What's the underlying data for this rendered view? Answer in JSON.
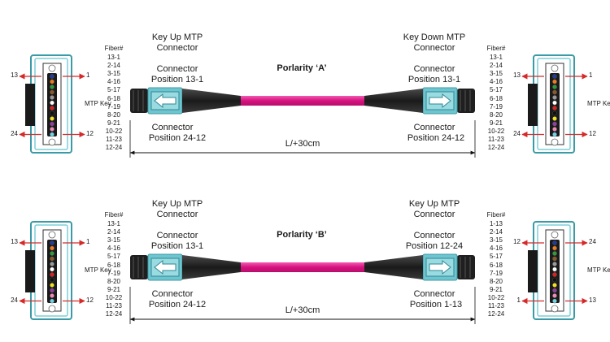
{
  "colors": {
    "cable": "#e0148c",
    "boot": "#2a2a2a",
    "housing": "#6fc5cf",
    "housing_dark": "#3a9aa6",
    "arrow": "#d42a2a",
    "fibers": [
      "#1f3c9b",
      "#f07a1e",
      "#2f9a3c",
      "#8a5a2b",
      "#9a9a9a",
      "#ffffff",
      "#e02020",
      "#111111",
      "#f2e21b",
      "#8e3fa0",
      "#f08ab8",
      "#6fd3e6"
    ]
  },
  "diagrams": [
    {
      "name": "polarity-a",
      "polarity_label": "Porlarity ‘A’",
      "left_title": [
        "Key Up MTP",
        "Connector"
      ],
      "right_title": [
        "Key Down MTP",
        "Connector"
      ],
      "left_pos_top": [
        "Connector",
        "Position 13-1"
      ],
      "left_pos_bottom": [
        "Connector",
        "Position 24-12"
      ],
      "right_pos_top": [
        "Connector",
        "Position 13-1"
      ],
      "right_pos_bottom": [
        "Connector",
        "Position 24-12"
      ],
      "length": "L/+30cm",
      "fiber_header": "Fiber#",
      "left_fibers": [
        "13-1",
        "2-14",
        "3-15",
        "4-16",
        "5-17",
        "6-18",
        "7-19",
        "8-20",
        "9-21",
        "10-22",
        "11-23",
        "12-24"
      ],
      "right_fibers": [
        "13-1",
        "2-14",
        "3-15",
        "4-16",
        "5-17",
        "6-18",
        "7-19",
        "8-20",
        "9-21",
        "10-22",
        "11-23",
        "12-24"
      ],
      "left_face": {
        "key_label": "MTP Key",
        "top_left": "13",
        "top_right": "1",
        "bottom_left": "24",
        "bottom_right": "12"
      },
      "right_face": {
        "key_label": "MTP Key",
        "top_left": "13",
        "top_right": "1",
        "bottom_left": "24",
        "bottom_right": "12"
      }
    },
    {
      "name": "polarity-b",
      "polarity_label": "Porlarity ‘B’",
      "left_title": [
        "Key Up MTP",
        "Connector"
      ],
      "right_title": [
        "Key Up MTP",
        "Connector"
      ],
      "left_pos_top": [
        "Connector",
        "Position 13-1"
      ],
      "left_pos_bottom": [
        "Connector",
        "Position 24-12"
      ],
      "right_pos_top": [
        "Connector",
        "Position 12-24"
      ],
      "right_pos_bottom": [
        "Connector",
        "Position 1-13"
      ],
      "length": "L/+30cm",
      "fiber_header": "Fiber#",
      "left_fibers": [
        "13-1",
        "2-14",
        "3-15",
        "4-16",
        "5-17",
        "6-18",
        "7-19",
        "8-20",
        "9-21",
        "10-22",
        "11-23",
        "12-24"
      ],
      "right_fibers": [
        "1-13",
        "2-14",
        "3-15",
        "4-16",
        "5-17",
        "6-18",
        "7-19",
        "8-20",
        "9-21",
        "10-22",
        "11-23",
        "12-24"
      ],
      "left_face": {
        "key_label": "MTP Key",
        "top_left": "13",
        "top_right": "1",
        "bottom_left": "24",
        "bottom_right": "12"
      },
      "right_face": {
        "key_label": "MTP Key",
        "top_left": "12",
        "top_right": "24",
        "bottom_left": "1",
        "bottom_right": "13"
      }
    }
  ]
}
